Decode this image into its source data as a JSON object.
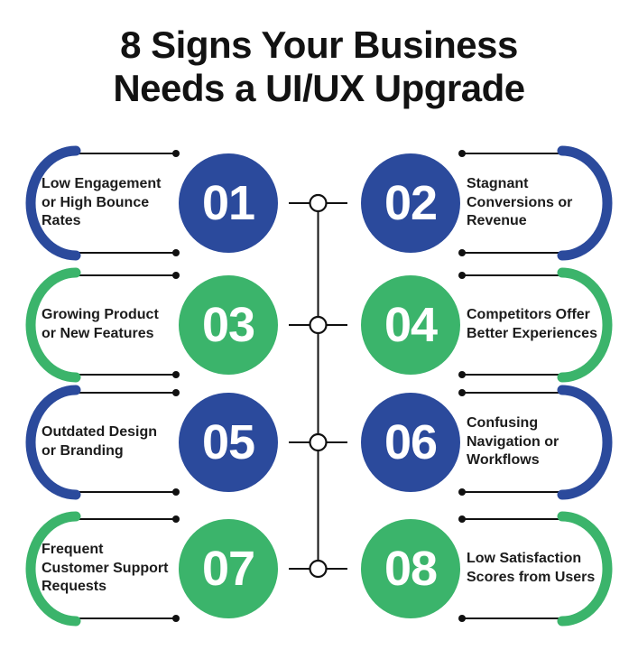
{
  "title": {
    "line1": "8 Signs Your Business",
    "line2": "Needs a UI/UX Upgrade"
  },
  "colors": {
    "blue": "#2b4a9c",
    "green": "#3bb46b",
    "line_black": "#111111",
    "label_text": "#1c1c1c",
    "number_text": "#ffffff",
    "background": "#ffffff"
  },
  "items": [
    {
      "number": "01",
      "label": "Low Engagement\nor High Bounce\nRates",
      "color": "blue",
      "side": "left"
    },
    {
      "number": "02",
      "label": "Stagnant\nConversions or\nRevenue",
      "color": "blue",
      "side": "right"
    },
    {
      "number": "03",
      "label": "Growing Product\nor New Features",
      "color": "green",
      "side": "left"
    },
    {
      "number": "04",
      "label": "Competitors Offer\nBetter Experiences",
      "color": "green",
      "side": "right"
    },
    {
      "number": "05",
      "label": "Outdated Design\nor Branding",
      "color": "blue",
      "side": "left"
    },
    {
      "number": "06",
      "label": "Confusing\nNavigation or\nWorkflows",
      "color": "blue",
      "side": "right"
    },
    {
      "number": "07",
      "label": "Frequent\nCustomer Support\nRequests",
      "color": "green",
      "side": "left"
    },
    {
      "number": "08",
      "label": "Low Satisfaction\nScores from Users",
      "color": "green",
      "side": "right"
    }
  ]
}
